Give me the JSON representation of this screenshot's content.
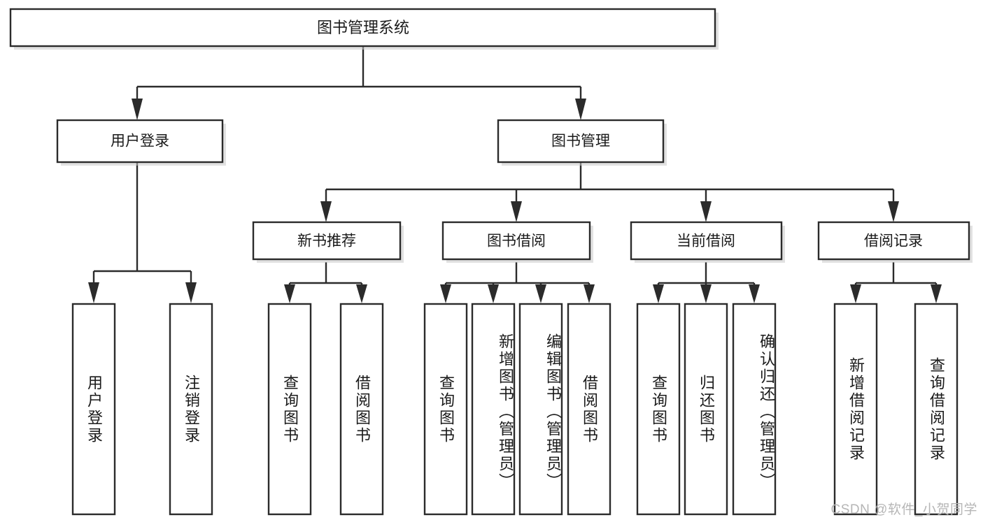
{
  "diagram": {
    "type": "tree-hierarchy",
    "title": "图书管理系统",
    "watermark": "CSDN @软件_小贺同学",
    "colors": {
      "stroke": "#2b2b2b",
      "fill": "#ffffff",
      "text": "#1a1a1a",
      "shadow": "#c9c9c9",
      "watermark": "#b6b6b6",
      "background": "#ffffff"
    },
    "levels": [
      {
        "level": 0,
        "nodes": [
          {
            "id": "root",
            "label": "图书管理系统",
            "orientation": "horizontal"
          }
        ]
      },
      {
        "level": 1,
        "nodes": [
          {
            "id": "user-login",
            "label": "用户登录",
            "orientation": "horizontal",
            "parent": "root"
          },
          {
            "id": "book-manage",
            "label": "图书管理",
            "orientation": "horizontal",
            "parent": "root"
          }
        ]
      },
      {
        "level": 2,
        "nodes": [
          {
            "id": "new-book-recommend",
            "label": "新书推荐",
            "orientation": "horizontal",
            "parent": "book-manage"
          },
          {
            "id": "book-borrow",
            "label": "图书借阅",
            "orientation": "horizontal",
            "parent": "book-manage"
          },
          {
            "id": "current-borrow",
            "label": "当前借阅",
            "orientation": "horizontal",
            "parent": "book-manage"
          },
          {
            "id": "borrow-record",
            "label": "借阅记录",
            "orientation": "horizontal",
            "parent": "book-manage"
          }
        ]
      },
      {
        "level": 3,
        "nodes": [
          {
            "id": "leaf-user-login",
            "label": "用户登录",
            "orientation": "vertical",
            "parent": "user-login"
          },
          {
            "id": "leaf-logout",
            "label": "注销登录",
            "orientation": "vertical",
            "parent": "user-login"
          },
          {
            "id": "leaf-query-book-1",
            "label": "查询图书",
            "orientation": "vertical",
            "parent": "new-book-recommend"
          },
          {
            "id": "leaf-borrow-book-1",
            "label": "借阅图书",
            "orientation": "vertical",
            "parent": "new-book-recommend"
          },
          {
            "id": "leaf-query-book-2",
            "label": "查询图书",
            "orientation": "vertical",
            "parent": "book-borrow"
          },
          {
            "id": "leaf-add-book",
            "label": "新增图书（管理员）",
            "orientation": "vertical",
            "parent": "book-borrow"
          },
          {
            "id": "leaf-edit-book",
            "label": "编辑图书（管理员）",
            "orientation": "vertical",
            "parent": "book-borrow"
          },
          {
            "id": "leaf-borrow-book-2",
            "label": "借阅图书",
            "orientation": "vertical",
            "parent": "book-borrow"
          },
          {
            "id": "leaf-query-book-3",
            "label": "查询图书",
            "orientation": "vertical",
            "parent": "current-borrow"
          },
          {
            "id": "leaf-return-book",
            "label": "归还图书",
            "orientation": "vertical",
            "parent": "current-borrow"
          },
          {
            "id": "leaf-confirm-return",
            "label": "确认归还（管理员）",
            "orientation": "vertical",
            "parent": "current-borrow"
          },
          {
            "id": "leaf-add-record",
            "label": "新增借阅记录",
            "orientation": "vertical",
            "parent": "borrow-record"
          },
          {
            "id": "leaf-query-record",
            "label": "查询借阅记录",
            "orientation": "vertical",
            "parent": "borrow-record"
          }
        ]
      }
    ]
  }
}
